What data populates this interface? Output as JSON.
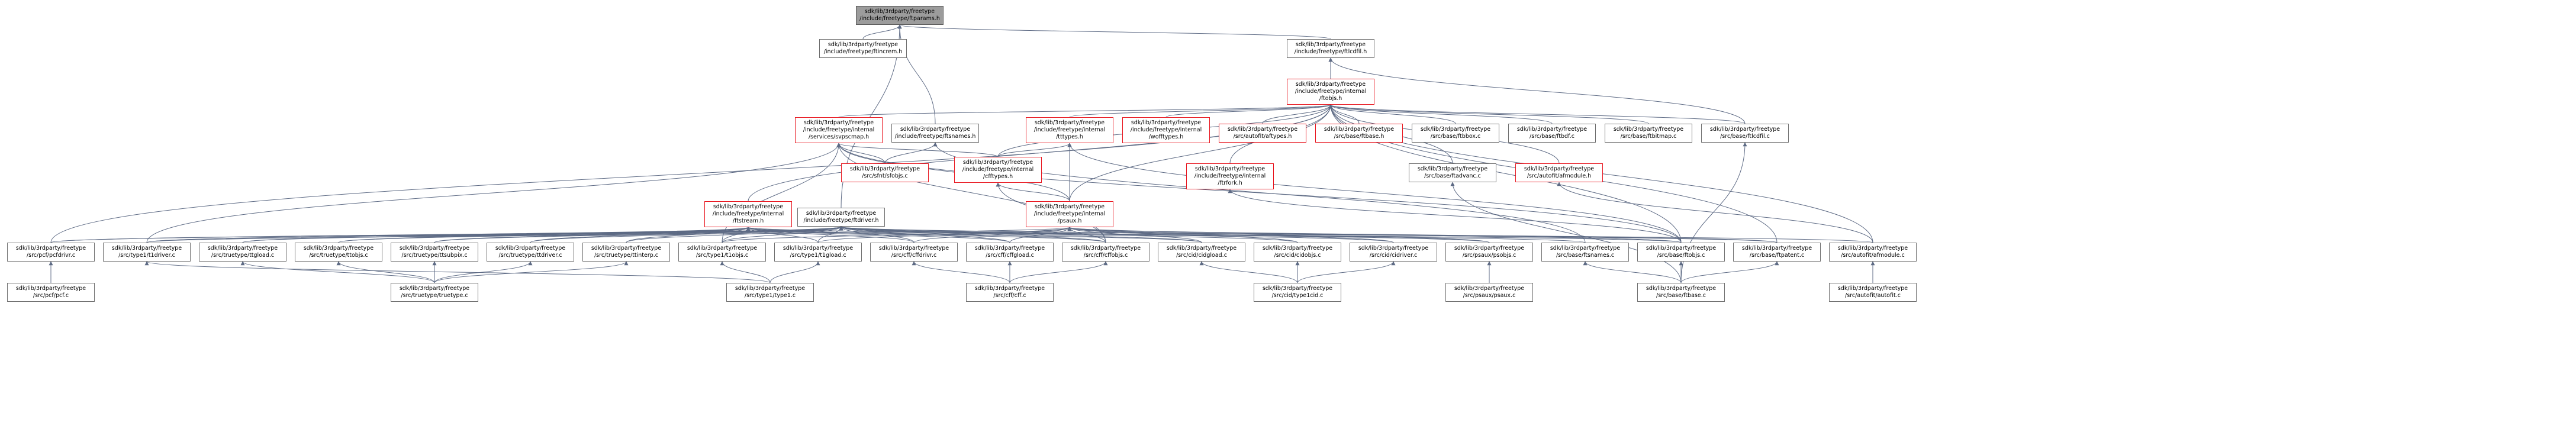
{
  "title": "include dependency graph for ftparams.h",
  "colors": {
    "edge": "#5d6a84",
    "red_border": "#e8141d",
    "grey_border": "#6f6f6f",
    "root_fill": "#9c9c9c"
  },
  "nodes": [
    {
      "id": "ftparams",
      "lines": [
        "sdk/lib/3rdparty/freetype",
        "/include/freetype/ftparams.h"
      ],
      "style": "root"
    },
    {
      "id": "ftcmem",
      "lines": [
        "sdk/lib/3rdparty/freetype",
        "/include/freetype/ftincrem.h"
      ],
      "style": "grey"
    },
    {
      "id": "ftlcdfil_h",
      "lines": [
        "sdk/lib/3rdparty/freetype",
        "/include/freetype/ftlcdfil.h"
      ],
      "style": "grey"
    },
    {
      "id": "ftobjs_h",
      "lines": [
        "sdk/lib/3rdparty/freetype",
        "/include/freetype/internal",
        "/ftobjs.h"
      ],
      "style": "red"
    },
    {
      "id": "svpscmap",
      "lines": [
        "sdk/lib/3rdparty/freetype",
        "/include/freetype/internal",
        "/services/svpscmap.h"
      ],
      "style": "red"
    },
    {
      "id": "ftsnames_h",
      "lines": [
        "sdk/lib/3rdparty/freetype",
        "/include/freetype/ftsnames.h"
      ],
      "style": "grey"
    },
    {
      "id": "tttypes",
      "lines": [
        "sdk/lib/3rdparty/freetype",
        "/include/freetype/internal",
        "/tttypes.h"
      ],
      "style": "red"
    },
    {
      "id": "wofftypes",
      "lines": [
        "sdk/lib/3rdparty/freetype",
        "/include/freetype/internal",
        "/wofftypes.h"
      ],
      "style": "red"
    },
    {
      "id": "afstypes",
      "lines": [
        "sdk/lib/3rdparty/freetype",
        "/src/autofit/aftypes.h"
      ],
      "style": "red"
    },
    {
      "id": "ftbase_h",
      "lines": [
        "sdk/lib/3rdparty/freetype",
        "/src/base/ftbase.h"
      ],
      "style": "red"
    },
    {
      "id": "ftbbox",
      "lines": [
        "sdk/lib/3rdparty/freetype",
        "/src/base/ftbbox.c"
      ],
      "style": "grey"
    },
    {
      "id": "ftbdf",
      "lines": [
        "sdk/lib/3rdparty/freetype",
        "/src/base/ftbdf.c"
      ],
      "style": "grey"
    },
    {
      "id": "ftbitmap",
      "lines": [
        "sdk/lib/3rdparty/freetype",
        "/src/base/ftbitmap.c"
      ],
      "style": "grey"
    },
    {
      "id": "ftlcdfil_c",
      "lines": [
        "sdk/lib/3rdparty/freetype",
        "/src/base/ftlcdfil.c"
      ],
      "style": "grey"
    },
    {
      "id": "sfobjs",
      "lines": [
        "sdk/lib/3rdparty/freetype",
        "/src/sfnt/sfobjs.c"
      ],
      "style": "red"
    },
    {
      "id": "cfftypes",
      "lines": [
        "sdk/lib/3rdparty/freetype",
        "/include/freetype/internal",
        "/cfftypes.h"
      ],
      "style": "red"
    },
    {
      "id": "ftrfork",
      "lines": [
        "sdk/lib/3rdparty/freetype",
        "/include/freetype/internal",
        "/ftrfork.h"
      ],
      "style": "red"
    },
    {
      "id": "ftadvanc",
      "lines": [
        "sdk/lib/3rdparty/freetype",
        "/src/base/ftadvanc.c"
      ],
      "style": "grey"
    },
    {
      "id": "afmodule_h",
      "lines": [
        "sdk/lib/3rdparty/freetype",
        "/src/autofit/afmodule.h"
      ],
      "style": "red"
    },
    {
      "id": "ftstream",
      "lines": [
        "sdk/lib/3rdparty/freetype",
        "/include/freetype/internal",
        "/ftstream.h"
      ],
      "style": "red"
    },
    {
      "id": "ftdriver",
      "lines": [
        "sdk/lib/3rdparty/freetype",
        "/include/freetype/ftdriver.h"
      ],
      "style": "grey"
    },
    {
      "id": "psaux_h",
      "lines": [
        "sdk/lib/3rdparty/freetype",
        "/include/freetype/internal",
        "/psaux.h"
      ],
      "style": "red"
    },
    {
      "id": "pcfdrivr",
      "lines": [
        "sdk/lib/3rdparty/freetype",
        "/src/pcf/pcfdrivr.c"
      ],
      "style": "grey"
    },
    {
      "id": "t1driver",
      "lines": [
        "sdk/lib/3rdparty/freetype",
        "/src/type1/t1driver.c"
      ],
      "style": "grey"
    },
    {
      "id": "ttgload",
      "lines": [
        "sdk/lib/3rdparty/freetype",
        "/src/truetype/ttgload.c"
      ],
      "style": "grey"
    },
    {
      "id": "ttobjs",
      "lines": [
        "sdk/lib/3rdparty/freetype",
        "/src/truetype/ttobjs.c"
      ],
      "style": "grey"
    },
    {
      "id": "ttsubpix",
      "lines": [
        "sdk/lib/3rdparty/freetype",
        "/src/truetype/ttsubpix.c"
      ],
      "style": "grey"
    },
    {
      "id": "ttdriver",
      "lines": [
        "sdk/lib/3rdparty/freetype",
        "/src/truetype/ttdriver.c"
      ],
      "style": "grey"
    },
    {
      "id": "ttinterp",
      "lines": [
        "sdk/lib/3rdparty/freetype",
        "/src/truetype/ttinterp.c"
      ],
      "style": "grey"
    },
    {
      "id": "t1objs",
      "lines": [
        "sdk/lib/3rdparty/freetype",
        "/src/type1/t1objs.c"
      ],
      "style": "grey"
    },
    {
      "id": "t1gload",
      "lines": [
        "sdk/lib/3rdparty/freetype",
        "/src/type1/t1gload.c"
      ],
      "style": "grey"
    },
    {
      "id": "cffdrivr",
      "lines": [
        "sdk/lib/3rdparty/freetype",
        "/src/cff/cffdrivr.c"
      ],
      "style": "grey"
    },
    {
      "id": "cffgload",
      "lines": [
        "sdk/lib/3rdparty/freetype",
        "/src/cff/cffgload.c"
      ],
      "style": "grey"
    },
    {
      "id": "cffobjs",
      "lines": [
        "sdk/lib/3rdparty/freetype",
        "/src/cff/cffobjs.c"
      ],
      "style": "grey"
    },
    {
      "id": "cidgload",
      "lines": [
        "sdk/lib/3rdparty/freetype",
        "/src/cid/cidgload.c"
      ],
      "style": "grey"
    },
    {
      "id": "cidobjs",
      "lines": [
        "sdk/lib/3rdparty/freetype",
        "/src/cid/cidobjs.c"
      ],
      "style": "grey"
    },
    {
      "id": "cidriver",
      "lines": [
        "sdk/lib/3rdparty/freetype",
        "/src/cid/cidriver.c"
      ],
      "style": "grey"
    },
    {
      "id": "psobjs",
      "lines": [
        "sdk/lib/3rdparty/freetype",
        "/src/psaux/psobjs.c"
      ],
      "style": "grey"
    },
    {
      "id": "ftsnames_c",
      "lines": [
        "sdk/lib/3rdparty/freetype",
        "/src/base/ftsnames.c"
      ],
      "style": "grey"
    },
    {
      "id": "ftobjs_c",
      "lines": [
        "sdk/lib/3rdparty/freetype",
        "/src/base/ftobjs.c"
      ],
      "style": "grey"
    },
    {
      "id": "ftpatent",
      "lines": [
        "sdk/lib/3rdparty/freetype",
        "/src/base/ftpatent.c"
      ],
      "style": "grey"
    },
    {
      "id": "afmodule_c",
      "lines": [
        "sdk/lib/3rdparty/freetype",
        "/src/autofit/afmodule.c"
      ],
      "style": "grey"
    },
    {
      "id": "pcf_c",
      "lines": [
        "sdk/lib/3rdparty/freetype",
        "/src/pcf/pcf.c"
      ],
      "style": "grey"
    },
    {
      "id": "truetype_c",
      "lines": [
        "sdk/lib/3rdparty/freetype",
        "/src/truetype/truetype.c"
      ],
      "style": "grey"
    },
    {
      "id": "type1_c",
      "lines": [
        "sdk/lib/3rdparty/freetype",
        "/src/type1/type1.c"
      ],
      "style": "grey"
    },
    {
      "id": "cff_c",
      "lines": [
        "sdk/lib/3rdparty/freetype",
        "/src/cff/cff.c"
      ],
      "style": "grey"
    },
    {
      "id": "type1cid_c",
      "lines": [
        "sdk/lib/3rdparty/freetype",
        "/src/cid/type1cid.c"
      ],
      "style": "grey"
    },
    {
      "id": "psaux_c",
      "lines": [
        "sdk/lib/3rdparty/freetype",
        "/src/psaux/psaux.c"
      ],
      "style": "grey"
    },
    {
      "id": "ftbase_c",
      "lines": [
        "sdk/lib/3rdparty/freetype",
        "/src/base/ftbase.c"
      ],
      "style": "grey"
    },
    {
      "id": "autofit_c",
      "lines": [
        "sdk/lib/3rdparty/freetype",
        "/src/autofit/autofit.c"
      ],
      "style": "grey"
    }
  ],
  "edges": [
    [
      "ftcmem",
      "ftparams"
    ],
    [
      "ftlcdfil_h",
      "ftparams"
    ],
    [
      "ftsnames_h",
      "ftparams"
    ],
    [
      "ftdriver",
      "ftparams"
    ],
    [
      "ftobjs_h",
      "ftlcdfil_h"
    ],
    [
      "ftlcdfil_c",
      "ftlcdfil_h"
    ],
    [
      "svpscmap",
      "ftobjs_h"
    ],
    [
      "tttypes",
      "ftobjs_h"
    ],
    [
      "wofftypes",
      "ftobjs_h"
    ],
    [
      "afstypes",
      "ftobjs_h"
    ],
    [
      "ftbase_h",
      "ftobjs_h"
    ],
    [
      "ftbbox",
      "ftobjs_h"
    ],
    [
      "ftbdf",
      "ftobjs_h"
    ],
    [
      "ftbitmap",
      "ftobjs_h"
    ],
    [
      "ftlcdfil_c",
      "ftobjs_h"
    ],
    [
      "ftrfork",
      "ftobjs_h"
    ],
    [
      "ftadvanc",
      "ftobjs_h"
    ],
    [
      "afmodule_h",
      "ftobjs_h"
    ],
    [
      "ftstream",
      "ftobjs_h"
    ],
    [
      "psaux_h",
      "ftobjs_h"
    ],
    [
      "cfftypes",
      "ftobjs_h"
    ],
    [
      "pcfdrivr",
      "ftobjs_h"
    ],
    [
      "ftpatent",
      "ftobjs_h"
    ],
    [
      "afmodule_c",
      "ftobjs_h"
    ],
    [
      "ftobjs_c",
      "ftobjs_h"
    ],
    [
      "sfobjs",
      "svpscmap"
    ],
    [
      "cfftypes",
      "svpscmap"
    ],
    [
      "psaux_h",
      "svpscmap"
    ],
    [
      "t1driver",
      "svpscmap"
    ],
    [
      "t1objs",
      "svpscmap"
    ],
    [
      "cffobjs",
      "svpscmap"
    ],
    [
      "ftobjs_c",
      "svpscmap"
    ],
    [
      "sfobjs",
      "ftsnames_h"
    ],
    [
      "ftsnames_c",
      "ftsnames_h"
    ],
    [
      "cfftypes",
      "tttypes"
    ],
    [
      "psaux_h",
      "tttypes"
    ],
    [
      "ftobjs_c",
      "tttypes"
    ],
    [
      "psaux_h",
      "cfftypes"
    ],
    [
      "cffobjs",
      "cfftypes"
    ],
    [
      "ftobjs_c",
      "ftrfork"
    ],
    [
      "ftbase_c",
      "ftadvanc"
    ],
    [
      "afmodule_c",
      "afmodule_h"
    ],
    [
      "pcfdrivr",
      "ftstream"
    ],
    [
      "t1driver",
      "ftstream"
    ],
    [
      "ttgload",
      "ftstream"
    ],
    [
      "ttobjs",
      "ftstream"
    ],
    [
      "ttsubpix",
      "ftstream"
    ],
    [
      "ttdriver",
      "ftstream"
    ],
    [
      "ttinterp",
      "ftstream"
    ],
    [
      "t1objs",
      "ftstream"
    ],
    [
      "t1gload",
      "ftstream"
    ],
    [
      "cffdrivr",
      "ftstream"
    ],
    [
      "cffgload",
      "ftstream"
    ],
    [
      "cffobjs",
      "ftstream"
    ],
    [
      "cidgload",
      "ftstream"
    ],
    [
      "ftsnames_c",
      "ftstream"
    ],
    [
      "ftobjs_c",
      "ftstream"
    ],
    [
      "pcfdrivr",
      "ftdriver"
    ],
    [
      "t1driver",
      "ftdriver"
    ],
    [
      "ttgload",
      "ftdriver"
    ],
    [
      "ttobjs",
      "ftdriver"
    ],
    [
      "ttsubpix",
      "ftdriver"
    ],
    [
      "ttdriver",
      "ftdriver"
    ],
    [
      "ttinterp",
      "ftdriver"
    ],
    [
      "t1objs",
      "ftdriver"
    ],
    [
      "t1gload",
      "ftdriver"
    ],
    [
      "cffdrivr",
      "ftdriver"
    ],
    [
      "cffgload",
      "ftdriver"
    ],
    [
      "cffobjs",
      "ftdriver"
    ],
    [
      "cidgload",
      "ftdriver"
    ],
    [
      "cidobjs",
      "ftdriver"
    ],
    [
      "cidriver",
      "ftdriver"
    ],
    [
      "psobjs",
      "ftdriver"
    ],
    [
      "ftpatent",
      "ftdriver"
    ],
    [
      "afmodule_c",
      "ftdriver"
    ],
    [
      "t1driver",
      "psaux_h"
    ],
    [
      "t1objs",
      "psaux_h"
    ],
    [
      "t1gload",
      "psaux_h"
    ],
    [
      "cffdrivr",
      "psaux_h"
    ],
    [
      "cffgload",
      "psaux_h"
    ],
    [
      "cffobjs",
      "psaux_h"
    ],
    [
      "cidgload",
      "psaux_h"
    ],
    [
      "cidobjs",
      "psaux_h"
    ],
    [
      "cidriver",
      "psaux_h"
    ],
    [
      "psobjs",
      "psaux_h"
    ],
    [
      "ftobjs_c",
      "psaux_h"
    ],
    [
      "ftpatent",
      "psaux_h"
    ],
    [
      "pcf_c",
      "pcfdrivr"
    ],
    [
      "truetype_c",
      "ttgload"
    ],
    [
      "truetype_c",
      "ttobjs"
    ],
    [
      "truetype_c",
      "ttsubpix"
    ],
    [
      "truetype_c",
      "ttdriver"
    ],
    [
      "truetype_c",
      "ttinterp"
    ],
    [
      "type1_c",
      "t1driver"
    ],
    [
      "type1_c",
      "t1objs"
    ],
    [
      "type1_c",
      "t1gload"
    ],
    [
      "cff_c",
      "cffdrivr"
    ],
    [
      "cff_c",
      "cffgload"
    ],
    [
      "cff_c",
      "cffobjs"
    ],
    [
      "type1cid_c",
      "cidgload"
    ],
    [
      "type1cid_c",
      "cidobjs"
    ],
    [
      "type1cid_c",
      "cidriver"
    ],
    [
      "psaux_c",
      "psobjs"
    ],
    [
      "ftbase_c",
      "ftsnames_c"
    ],
    [
      "ftbase_c",
      "ftobjs_c"
    ],
    [
      "ftbase_c",
      "ftpatent"
    ],
    [
      "ftbase_c",
      "ftlcdfil_c"
    ],
    [
      "autofit_c",
      "afmodule_c"
    ]
  ]
}
